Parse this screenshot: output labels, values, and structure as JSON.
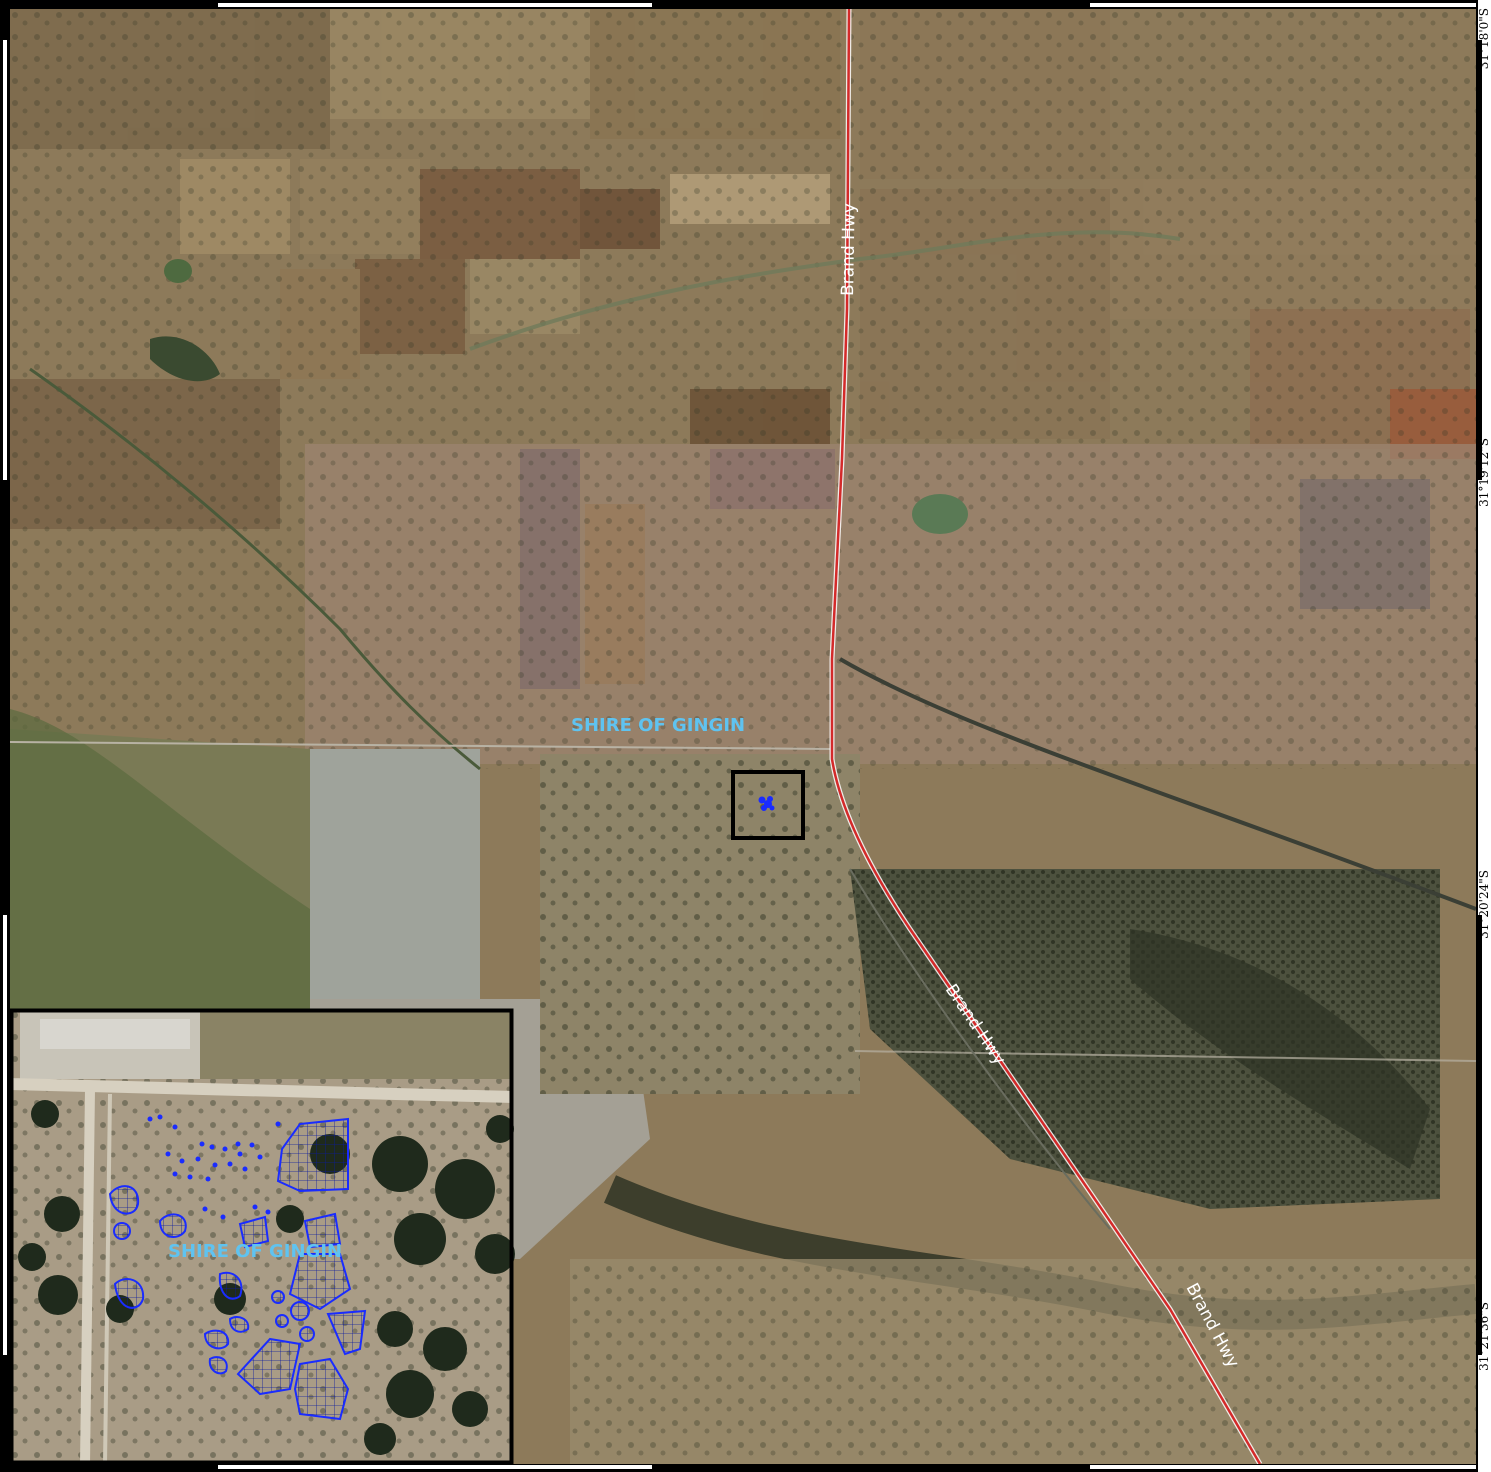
{
  "map": {
    "road_label": "Brand Hwy",
    "shire_label": "SHIRE OF GINGIN",
    "road_color": "#d42a2a",
    "shire_label_color": "#5fc3f0",
    "survey_polygon_color": "#1a2cff",
    "lat_labels": [
      "31°18'0\"S",
      "31°19'12\"S",
      "31°20'24\"S",
      "31°21'36\"S"
    ]
  },
  "inset": {
    "shire_label": "SHIRE OF GINGIN"
  }
}
